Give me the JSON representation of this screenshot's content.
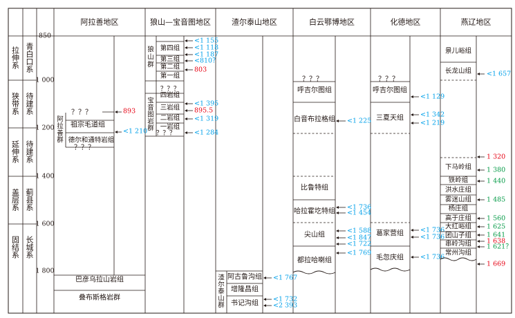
{
  "colors": {
    "ink": "#231815",
    "cyan": "#00a0e9",
    "red": "#e60012",
    "green": "#009944"
  },
  "columns": [
    {
      "key": "alashan",
      "title": "阿拉善地区"
    },
    {
      "key": "langshan",
      "title": "狼山—宝音图地区"
    },
    {
      "key": "zhaertai",
      "title": "渣尔泰山地区"
    },
    {
      "key": "baiyun",
      "title": "白云鄂博地区"
    },
    {
      "key": "huade",
      "title": "化德地区"
    },
    {
      "key": "yanliao",
      "title": "燕辽地区"
    }
  ],
  "axis": {
    "label_top": "850",
    "ticks": [
      "1 000",
      "1 200",
      "1 400",
      "1 600",
      "1 800"
    ]
  },
  "eras": [
    {
      "a": "拉伸系",
      "b": "青白口系"
    },
    {
      "a": "狭带系",
      "b": "待建系"
    },
    {
      "a": "延伸系",
      "b": "待建系"
    },
    {
      "a": "盖层系",
      "b": "蓟县系"
    },
    {
      "a": "固结系",
      "b": "长城系"
    }
  ],
  "alashan": {
    "group_label": "阿拉善群",
    "q1": "？？？",
    "f1": "祖宗毛道组",
    "f2": "德尔和通特岩组",
    "q2": "？？？",
    "f3": "巴彦乌拉山岩组",
    "f4": "叠布斯格岩群",
    "age_red": "893",
    "age_cyan": "<1 210"
  },
  "langshan": {
    "group_label": "狼山群",
    "f1": "第四组",
    "f2": "第三组",
    "f3": "第二组",
    "f4": "第一组",
    "group2_label": "宝音图岩群",
    "q1": "？？？",
    "f5": "四岩组",
    "f6": "三岩组",
    "f7": "二岩组",
    "f8": "一岩组",
    "q2": "？？？",
    "ages": [
      {
        "t": "<1 155",
        "c": "cyan"
      },
      {
        "t": "<1 118",
        "c": "cyan"
      },
      {
        "t": "<1 187",
        "c": "cyan"
      },
      {
        "t": "<810？",
        "c": "cyan"
      },
      {
        "t": "803",
        "c": "red"
      },
      {
        "t": "<1 395",
        "c": "cyan"
      },
      {
        "t": "895.5",
        "c": "red"
      },
      {
        "t": "<1 319",
        "c": "cyan"
      },
      {
        "t": "<1 284",
        "c": "cyan"
      }
    ]
  },
  "zhaertai": {
    "group_label": "渣尔泰山群",
    "f1": "阿古鲁沟组",
    "f2": "增隆昌组",
    "f3": "书记沟组",
    "ages": [
      {
        "t": "<1 767",
        "c": "cyan"
      },
      {
        "t": "<1 732",
        "c": "cyan"
      },
      {
        "t": "<2 393",
        "c": "cyan"
      }
    ]
  },
  "baiyun": {
    "q": "？？？",
    "f1": "呼吉尔图组",
    "f2": "白音布拉格组",
    "f3": "比鲁特组",
    "f4": "哈拉霍圪特组",
    "f5": "尖山组",
    "f6": "都拉哈喇组",
    "ages": [
      {
        "t": "<1 225",
        "c": "cyan"
      },
      {
        "t": "<1 736",
        "c": "cyan"
      },
      {
        "t": "<1 454",
        "c": "cyan"
      },
      {
        "t": "<1 588",
        "c": "cyan"
      },
      {
        "t": "<1 847",
        "c": "cyan"
      },
      {
        "t": "<1 722",
        "c": "cyan"
      },
      {
        "t": "<1 769",
        "c": "cyan"
      }
    ]
  },
  "huade": {
    "q": "？？？",
    "f1": "呼吉尔图组",
    "f2": "三夏天组",
    "f3": "葛家营组",
    "f4": "毛忽庆组",
    "ages": [
      {
        "t": "<1 129",
        "c": "cyan"
      },
      {
        "t": "<1 342",
        "c": "cyan"
      },
      {
        "t": "<1 219",
        "c": "cyan"
      },
      {
        "t": "<1 736",
        "c": "cyan"
      },
      {
        "t": "<1 736",
        "c": "cyan"
      },
      {
        "t": "<1 736",
        "c": "cyan"
      }
    ]
  },
  "yanliao": {
    "f1": "景儿峪组",
    "f2": "长龙山组",
    "f3": "下马岭组",
    "f4": "铁岭组",
    "f5": "洪水庄组",
    "f6": "雾迷山组",
    "f7": "杨庄组",
    "f8": "高于庄组",
    "f9": "大红峪组",
    "f10": "团山子组",
    "f11": "串岭沟组",
    "f12": "常州沟组",
    "ages": [
      {
        "t": "<1 657",
        "c": "cyan"
      },
      {
        "t": "1 320",
        "c": "red"
      },
      {
        "t": "1 380",
        "c": "green"
      },
      {
        "t": "1 440",
        "c": "green"
      },
      {
        "t": "1 485",
        "c": "green"
      },
      {
        "t": "1 560",
        "c": "green"
      },
      {
        "t": "1 625",
        "c": "green"
      },
      {
        "t": "1 641",
        "c": "green"
      },
      {
        "t": "1 638",
        "c": "red"
      },
      {
        "t": "1 621？",
        "c": "green"
      },
      {
        "t": "1 669",
        "c": "red"
      }
    ]
  }
}
